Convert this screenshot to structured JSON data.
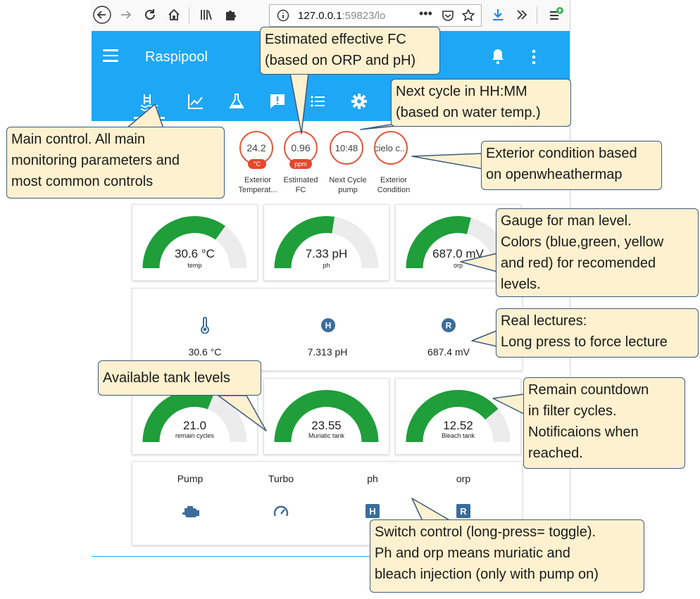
{
  "browser": {
    "url_host": "127.0.0.1",
    "url_rest": ":59823/lo"
  },
  "app": {
    "title": "Raspipool"
  },
  "chips": [
    {
      "value": "24.2",
      "badge": "°C",
      "label": "Exterior Temperat..."
    },
    {
      "value": "0.96",
      "badge": "ppm",
      "label": "Estimated FC"
    },
    {
      "value": "10:48",
      "label": "Next Cycle pump"
    },
    {
      "value": "cielo c...",
      "label": "Exterior Condition"
    }
  ],
  "sensor_gauges": [
    {
      "value_text": "30.6 °C",
      "label": "temp",
      "fraction": 0.7,
      "color": "#1f9e3a"
    },
    {
      "value_text": "7.33 pH",
      "label": "ph",
      "fraction": 0.55,
      "color": "#1f9e3a"
    },
    {
      "value_text": "687.0 mV",
      "label": "orp",
      "fraction": 0.58,
      "color": "#1f9e3a"
    }
  ],
  "readings": [
    {
      "value": "30.6 °C",
      "icon": "thermometer-icon"
    },
    {
      "value": "7.313 pH",
      "icon": "h-badge-icon",
      "icon_letter": "H"
    },
    {
      "value": "687.4 mV",
      "icon": "r-badge-icon",
      "icon_letter": "R"
    }
  ],
  "tank_gauges": [
    {
      "value_text": "21.0",
      "label": "remain cycles",
      "fraction": 0.62,
      "color": "#1f9e3a"
    },
    {
      "value_text": "23.55",
      "label": "Muriatic tank",
      "fraction": 1.0,
      "color": "#1f9e3a"
    },
    {
      "value_text": "12.52",
      "label": "Bleach tank",
      "fraction": 0.78,
      "color": "#1f9e3a"
    }
  ],
  "switches": [
    {
      "label": "Pump",
      "icon": "engine-icon"
    },
    {
      "label": "Turbo",
      "icon": "speedometer-icon"
    },
    {
      "label": "ph",
      "icon": "h-box-icon",
      "icon_letter": "H"
    },
    {
      "label": "orp",
      "icon": "r-box-icon",
      "icon_letter": "R"
    }
  ],
  "callouts": {
    "fc": [
      "Estimated effective FC",
      "(based on ORP and pH)"
    ],
    "next_cycle": [
      "Next cycle in HH:MM",
      "(based on water temp.)"
    ],
    "main_control": [
      "Main control. All main",
      "monitoring parameters and",
      "most common controls"
    ],
    "exterior": [
      "Exterior condition based",
      "on openwheathermap"
    ],
    "gauge": [
      "Gauge for man level.",
      "Colors (blue,green, yellow",
      "and red) for recomended",
      "levels."
    ],
    "lectures": [
      "Real lectures:",
      "Long press to force lecture"
    ],
    "tanks": [
      "Available tank levels"
    ],
    "countdown": [
      "Remain countdown",
      "in filter cycles.",
      "Notificaions when",
      "reached."
    ],
    "switch": [
      "Switch control (long-press= toggle).",
      "Ph and orp means muriatic and",
      "bleach injection (only with pump on)"
    ]
  },
  "colors": {
    "primary": "#1ea7f5",
    "gauge_ok": "#1f9e3a",
    "chip_ring": "#e05a3e",
    "icon_blue": "#3b6d9b",
    "callout_bg": "#fdf1cf"
  }
}
